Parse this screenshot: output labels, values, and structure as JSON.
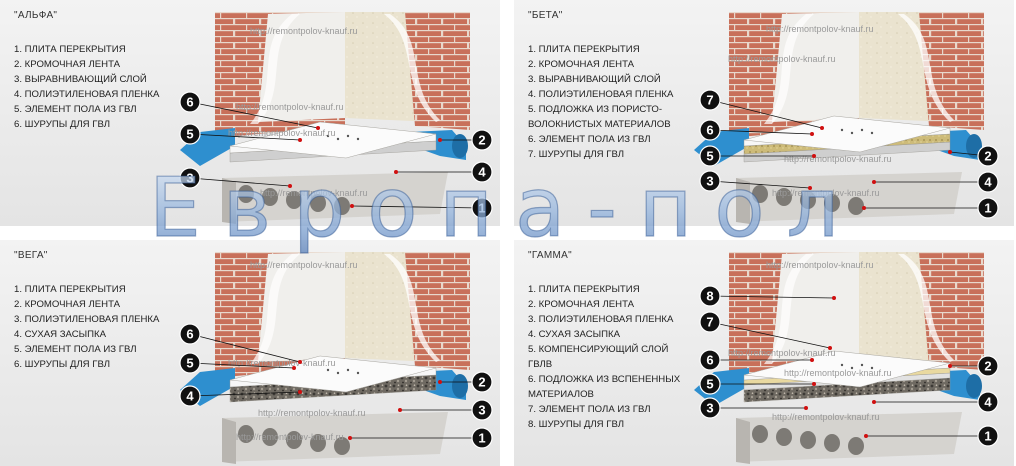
{
  "watermark_big": "Европа-пол",
  "watermark_small": "http://remontpolov-knauf.ru",
  "panels": [
    {
      "title": "\"АЛЬФА\"",
      "items": [
        "1. ПЛИТА ПЕРЕКРЫТИЯ",
        "2. КРОМОЧНАЯ ЛЕНТА",
        "3. ВЫРАВНИВАЮЩИЙ СЛОЙ",
        "4. ПОЛИЭТИЛЕНОВАЯ ПЛЕНКА",
        "5. ЭЛЕМЕНТ ПОЛА ИЗ ГВЛ",
        "6. ШУРУПЫ ДЛЯ ГВЛ"
      ],
      "markers": [
        "6",
        "5",
        "3",
        "2",
        "4",
        "1"
      ]
    },
    {
      "title": "\"БЕТА\"",
      "items": [
        "1. ПЛИТА ПЕРЕКРЫТИЯ",
        "2. КРОМОЧНАЯ ЛЕНТА",
        "3. ВЫРАВНИВАЮЩИЙ СЛОЙ",
        "4. ПОЛИЭТИЛЕНОВАЯ ПЛЕНКА",
        "5. ПОДЛОЖКА ИЗ ПОРИСТО-",
        "ВОЛОКНИСТЫХ МАТЕРИАЛОВ",
        "6. ЭЛЕМЕНТ ПОЛА ИЗ ГВЛ",
        "7. ШУРУПЫ ДЛЯ ГВЛ"
      ],
      "markers": [
        "7",
        "6",
        "5",
        "3",
        "2",
        "4",
        "1"
      ]
    },
    {
      "title": "\"ВЕГА\"",
      "items": [
        "1. ПЛИТА ПЕРЕКРЫТИЯ",
        "2. КРОМОЧНАЯ ЛЕНТА",
        "3. ПОЛИЭТИЛЕНОВАЯ ПЛЕНКА",
        "4. СУХАЯ ЗАСЫПКА",
        "5. ЭЛЕМЕНТ ПОЛА ИЗ ГВЛ",
        "6. ШУРУПЫ ДЛЯ ГВЛ"
      ],
      "markers": [
        "6",
        "5",
        "4",
        "2",
        "3",
        "1"
      ]
    },
    {
      "title": "\"ГАММА\"",
      "items": [
        "1. ПЛИТА ПЕРЕКРЫТИЯ",
        "2. КРОМОЧНАЯ ЛЕНТА",
        "3. ПОЛИЭТИЛЕНОВАЯ ПЛЕНКА",
        "4. СУХАЯ ЗАСЫПКА",
        "5. КОМПЕНСИРУЮЩИЙ СЛОЙ",
        "ГВЛВ",
        "6. ПОДЛОЖКА ИЗ ВСПЕНЕННЫХ",
        "МАТЕРИАЛОВ",
        "7. ЭЛЕМЕНТ ПОЛА ИЗ ГВЛ",
        "8. ШУРУПЫ ДЛЯ ГВЛ"
      ],
      "markers": [
        "8",
        "7",
        "6",
        "5",
        "3",
        "2",
        "4",
        "1"
      ]
    }
  ]
}
